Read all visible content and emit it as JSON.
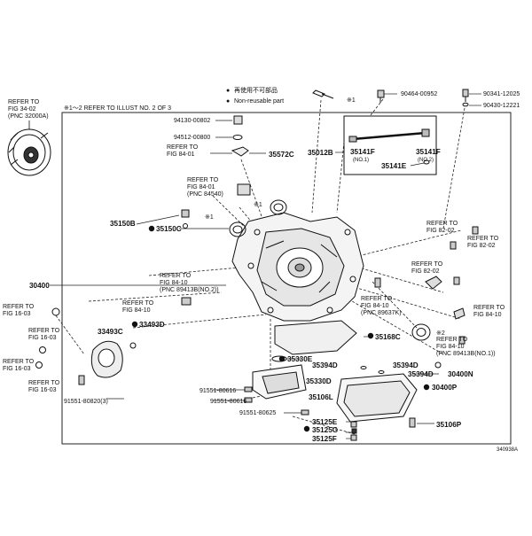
{
  "diagram": {
    "id": "340938A",
    "header_note": "※1～2 REFER TO ILLUST NO. 2 OF 3",
    "legend": [
      {
        "symbol": "●",
        "text": "再使用不可部品"
      },
      {
        "symbol": "●",
        "text": "Non-reusable part"
      }
    ],
    "top_left_ref": [
      "REFER TO",
      "FIG 34-02",
      "(PNC 32000A)"
    ],
    "marks": {
      "m1": "※1",
      "m2": "※2"
    },
    "labels": {
      "p94130": "94130-00802",
      "p94512": "94512-00800",
      "fig8401a": [
        "REFER TO",
        "FIG 84-01"
      ],
      "p35572c": "35572C",
      "fig8401b": [
        "REFER TO",
        "FIG 84-01",
        "(PNC 84540)"
      ],
      "p35012b": "35012B",
      "p90464": "90464-00952",
      "p90341": "90341-12025",
      "p90430": "90430-12221",
      "p35141f_1": "35141F",
      "p35141f_1n": "(NO.1)",
      "p35141f_2": "35141F",
      "p35141f_2n": "(NO.2)",
      "p35141e": "35141E",
      "p35150b": "35150B",
      "p35150c": "35150C",
      "fig8202a": [
        "REFER TO",
        "FIG 82-02"
      ],
      "fig8202b": [
        "REFER TO",
        "FIG 82-02"
      ],
      "fig8202c": [
        "REFER TO",
        "FIG 82-02"
      ],
      "p30400": "30400",
      "fig8410a": [
        "REFER TO",
        "FIG 84-10",
        "(PNC 89413B(NO.2))"
      ],
      "fig8410b": [
        "REFER TO",
        "FIG 84-10"
      ],
      "fig1603a": [
        "REFER TO",
        "FIG 16-03"
      ],
      "fig1603b": [
        "REFER TO",
        "FIG 16-03"
      ],
      "fig1603c": [
        "REFER TO",
        "FIG 16-03"
      ],
      "fig1603d": [
        "REFER TO",
        "FIG 16-03"
      ],
      "p33493d": "33493D",
      "p33493c": "33493C",
      "fig8410c": [
        "REFER TO",
        "FIG 84-10",
        "(PNC 89637K)"
      ],
      "fig8410d": [
        "REFER TO",
        "FIG 84-10"
      ],
      "fig8410e": [
        "REFER TO",
        "FIG 84-10",
        "(PNC 89413B(NO.1))"
      ],
      "p35168c": "35168C",
      "p35330e": "35330E",
      "p35394d_a": "35394D",
      "p35394d_b": "35394D",
      "p35394d_c": "35394D",
      "p30400n": "30400N",
      "p30400p": "30400P",
      "p35330d": "35330D",
      "p91551_80616a": "91551-80616",
      "p91551_80616b": "91551-80616",
      "p91551_80625": "91551-80625",
      "p91551_80820": "91551-80820(3)",
      "p35106l": "35106L",
      "p35125e": "35125E",
      "p35125g": "35125G",
      "p35125f": "35125F",
      "p35106p": "35106P"
    }
  }
}
